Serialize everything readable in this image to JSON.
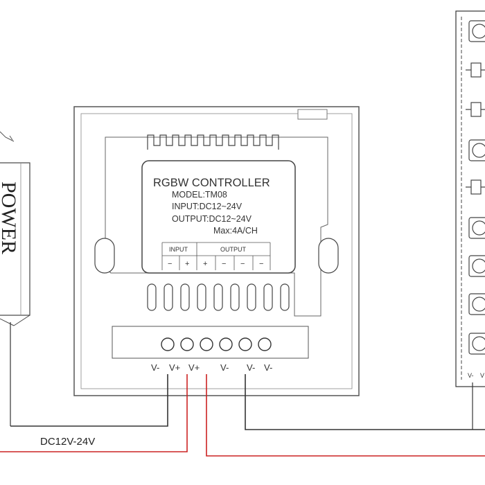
{
  "power_supply": {
    "label": "POWER"
  },
  "controller": {
    "title": "RGBW CONTROLLER",
    "model": "MODEL:TM08",
    "input": "INPUT:DC12~24V",
    "output": "OUTPUT:DC12~24V",
    "max": "Max:4A/CH",
    "header_input": "INPUT",
    "header_output": "OUTPUT",
    "input_signs": [
      "−",
      "+"
    ],
    "output_signs": [
      "+",
      "−",
      "−",
      "−"
    ],
    "terminal_labels": [
      "V-",
      "V+",
      "V+",
      "V-",
      "V-",
      "V-"
    ]
  },
  "wiring": {
    "supply_label": "DC12V-24V",
    "colors": {
      "negative": "#333333",
      "positive": "#cc2222"
    }
  },
  "strip": {
    "labels": [
      "V-",
      "V"
    ]
  }
}
